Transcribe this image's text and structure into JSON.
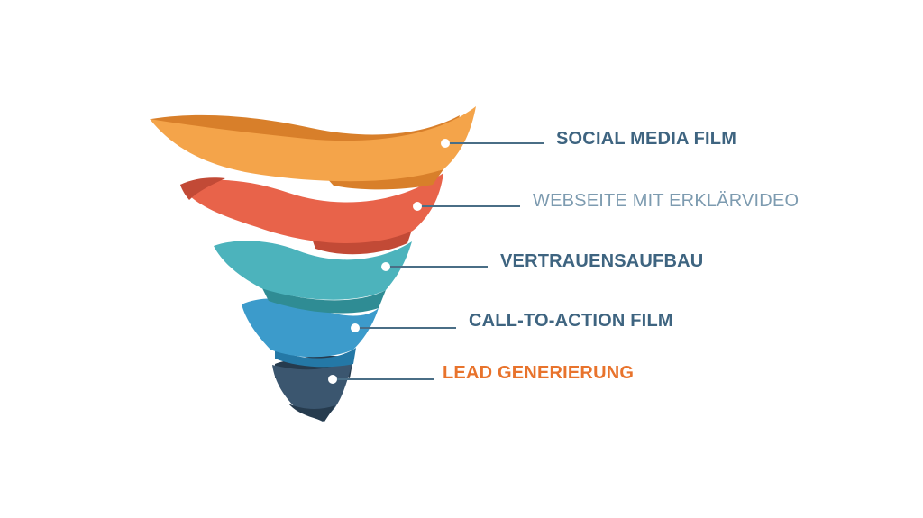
{
  "colors": {
    "background": "#ffffff",
    "band_1": "#F4A44A",
    "band_1_dark": "#D87F2A",
    "band_2": "#E8634A",
    "band_2_dark": "#C24A36",
    "band_3": "#4CB3BC",
    "band_3_dark": "#2F8C94",
    "band_4": "#3C9BCB",
    "band_4_dark": "#2478A6",
    "band_5": "#3B566F",
    "band_5_dark": "#263B4E",
    "connector": "#4A6E86",
    "label_dark": "#3E6480",
    "label_light": "#7D9BB0",
    "label_accent": "#E8732C"
  },
  "funnel": {
    "stages": [
      {
        "label": "SOCIAL MEDIA FILM",
        "style": "bold",
        "color": "#3E6480"
      },
      {
        "label": "WEBSEITE MIT ERKLÄRVIDEO",
        "style": "light",
        "color": "#7D9BB0"
      },
      {
        "label": "VERTRAUENSAUFBAU",
        "style": "bold",
        "color": "#3E6480"
      },
      {
        "label": "CALL-TO-ACTION FILM",
        "style": "bold",
        "color": "#3E6480"
      },
      {
        "label": "LEAD GENERIERUNG",
        "style": "bold",
        "color": "#E8732C"
      }
    ]
  }
}
